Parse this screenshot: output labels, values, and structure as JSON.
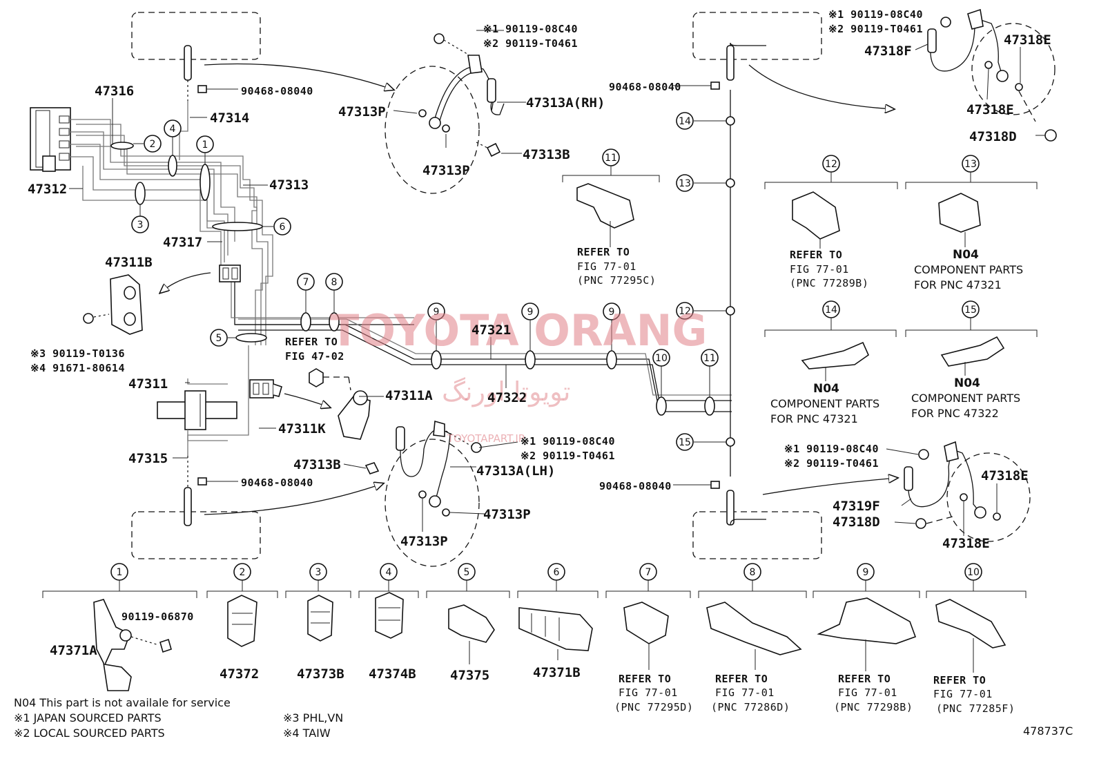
{
  "diagram_id": "478737C",
  "watermark": {
    "main": "TOYOTA ORANG",
    "farsi": "تویوتا اورنگ",
    "url": "TOYOTAPART.IR"
  },
  "labels": {
    "p47316": "47316",
    "p47314": "47314",
    "p47312": "47312",
    "p47313": "47313",
    "p47317": "47317",
    "p47311B": "47311B",
    "p47311": "47311",
    "p47315": "47315",
    "p47311K": "47311K",
    "p47311A": "47311A",
    "p47321": "47321",
    "p47322": "47322",
    "clip_top_left": "90468-08040",
    "clip_bottom_left": "90468-08040",
    "clip_top_right": "90468-08040",
    "clip_bottom_right": "90468-08040",
    "bolt_47311B_1": "※3 90119-T0136",
    "bolt_47311B_2": "※4 91671-80614",
    "refer_47_02_a": "REFER TO",
    "refer_47_02_b": "FIG 47-02",
    "rh_bolt_1": "※1 90119-08C40",
    "rh_bolt_2": "※2 90119-T0461",
    "rh_47313P_a": "47313P",
    "rh_47313A": "47313A(RH)",
    "rh_47313B": "47313B",
    "rh_47313P_b": "47313P",
    "lh_bolt_1": "※1 90119-08C40",
    "lh_bolt_2": "※2 90119-T0461",
    "lh_47313B": "47313B",
    "lh_47313A": "47313A(LH)",
    "lh_47313P_a": "47313P",
    "lh_47313P_b": "47313P",
    "tr_bolt_1": "※1 90119-08C40",
    "tr_bolt_2": "※2 90119-T0461",
    "tr_47318F": "47318F",
    "tr_47318E_a": "47318E",
    "tr_47318E_b": "47318E",
    "tr_47318D": "47318D",
    "br_bolt_1": "※1 90119-08C40",
    "br_bolt_2": "※2 90119-T0461",
    "br_47319F": "47319F",
    "br_47318D": "47318D",
    "br_47318E_a": "47318E",
    "br_47318E_b": "47318E",
    "bolt_47371A": "90119-06870"
  },
  "callouts": {
    "c11_ref_a": "REFER TO",
    "c11_ref_b": "FIG 77-01",
    "c11_ref_c": "(PNC 77295C)",
    "c12_ref_a": "REFER TO",
    "c12_ref_b": "FIG 77-01",
    "c12_ref_c": "(PNC 77289B)",
    "c13_n04": "N04",
    "c13_a": "COMPONENT PARTS",
    "c13_b": "FOR PNC 47321",
    "c14_n04": "N04",
    "c14_a": "COMPONENT PARTS",
    "c14_b": "FOR PNC 47321",
    "c15_n04": "N04",
    "c15_a": "COMPONENT PARTS",
    "c15_b": "FOR PNC 47322"
  },
  "bottom_parts": [
    {
      "num": "1",
      "a": "47371A",
      "b": "",
      "c": ""
    },
    {
      "num": "2",
      "a": "47372",
      "b": "",
      "c": ""
    },
    {
      "num": "3",
      "a": "47373B",
      "b": "",
      "c": ""
    },
    {
      "num": "4",
      "a": "47374B",
      "b": "",
      "c": ""
    },
    {
      "num": "5",
      "a": "47375",
      "b": "",
      "c": ""
    },
    {
      "num": "6",
      "a": "47371B",
      "b": "",
      "c": ""
    },
    {
      "num": "7",
      "a": "REFER TO",
      "b": "FIG 77-01",
      "c": "(PNC 77295D)"
    },
    {
      "num": "8",
      "a": "REFER TO",
      "b": "FIG 77-01",
      "c": "(PNC 77286D)"
    },
    {
      "num": "9",
      "a": "REFER TO",
      "b": "FIG 77-01",
      "c": "(PNC 77298B)"
    },
    {
      "num": "10",
      "a": "REFER TO",
      "b": "FIG 77-01",
      "c": "(PNC 77285F)"
    }
  ],
  "notes": {
    "n04": "N04  This part is not availale for service",
    "s1": "※1 JAPAN SOURCED PARTS",
    "s2": "※2 LOCAL SOURCED PARTS",
    "s3": "※3 PHL,VN",
    "s4": "※4 TAIW"
  }
}
